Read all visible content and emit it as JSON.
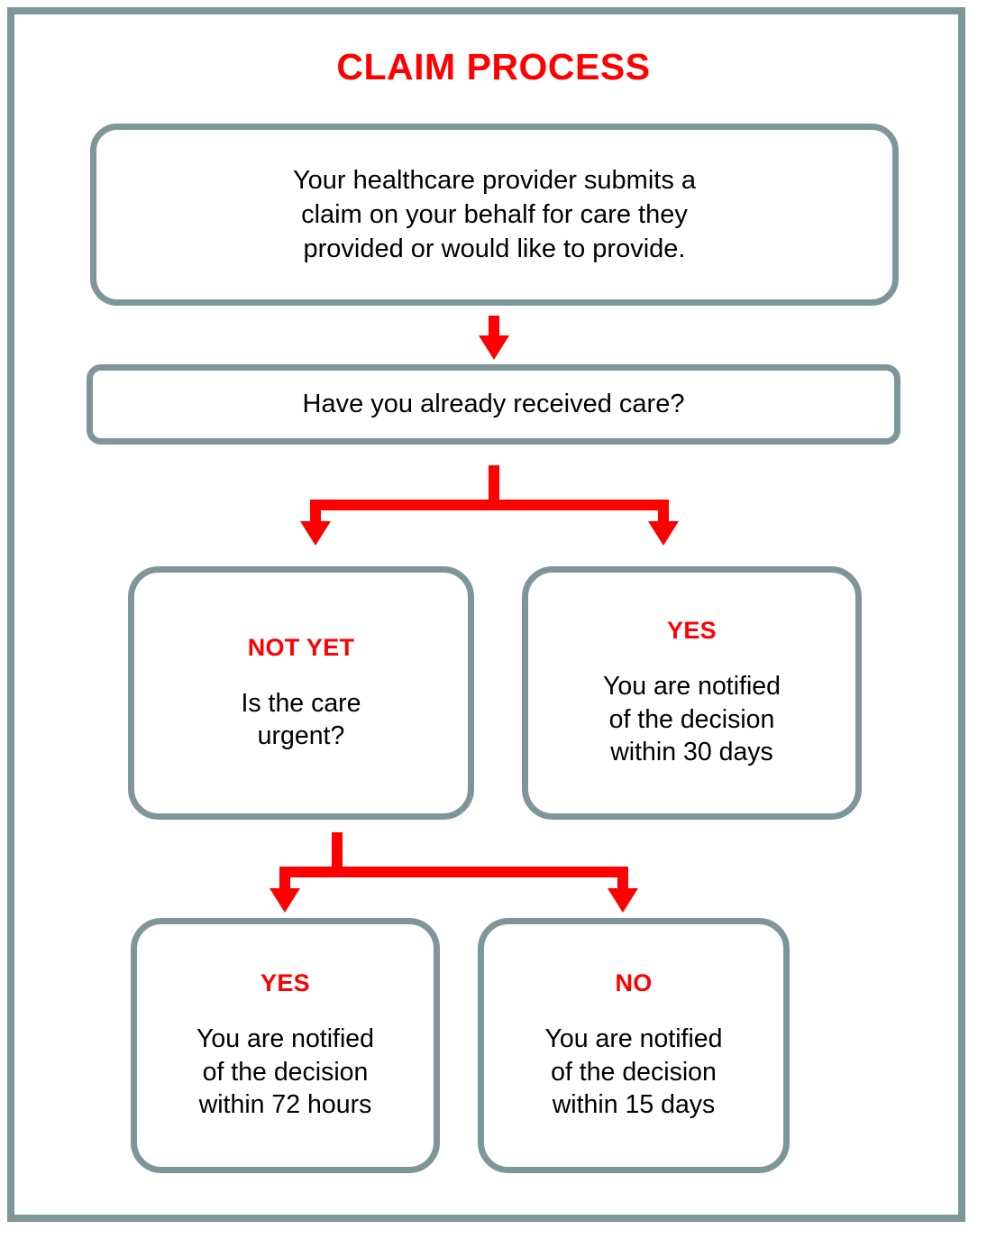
{
  "page": {
    "title": "CLAIM PROCESS",
    "title_color": "#ff0000",
    "border_color": "#7f9698",
    "arrow_color": "#ff0000",
    "background": "#ffffff",
    "text_color": "#000000"
  },
  "flow": {
    "intro": {
      "text": "Your healthcare provider submits a\nclaim on your behalf for care they\nprovided or would like to provide."
    },
    "question": {
      "text": "Have you already received care?"
    },
    "branch_1": {
      "left": {
        "label": "NOT YET",
        "text": "Is the care\nurgent?"
      },
      "right": {
        "label": "YES",
        "text": "You are notified\nof the decision\nwithin 30 days"
      }
    },
    "branch_2": {
      "left": {
        "label": "YES",
        "text": "You are notified\nof the decision\nwithin 72 hours"
      },
      "right": {
        "label": "NO",
        "text": "You are notified\nof the decision\nwithin 15 days"
      }
    }
  },
  "connectors": {
    "intro_to_question": "down-arrow-icon",
    "question_split": "split-arrow-icon",
    "urgent_split": "split-arrow-icon"
  }
}
